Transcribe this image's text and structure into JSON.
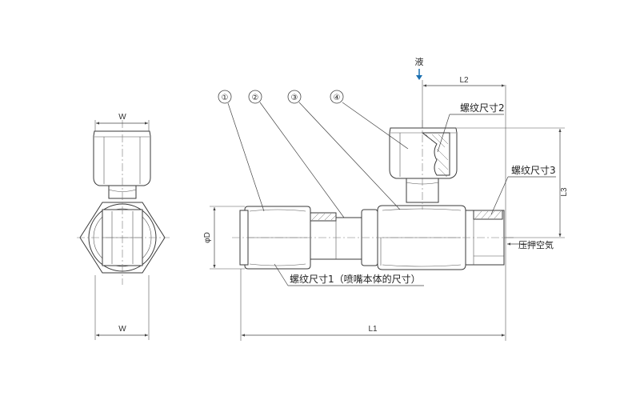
{
  "callouts": [
    "①",
    "②",
    "③",
    "④"
  ],
  "labels": {
    "liquid": "液",
    "thread1": "螺纹尺寸1（喷嘴本体的尺寸）",
    "thread2": "螺纹尺寸2",
    "thread3": "螺纹尺寸3",
    "pressure_air": "压押空気"
  },
  "dimensions": {
    "w": "W",
    "l1": "L1",
    "l2": "L2",
    "l3": "L3",
    "diameter": "φD"
  },
  "colors": {
    "line": "#3a3a3a",
    "arrow_liquid": "#1a6fb0",
    "text": "#222222"
  }
}
